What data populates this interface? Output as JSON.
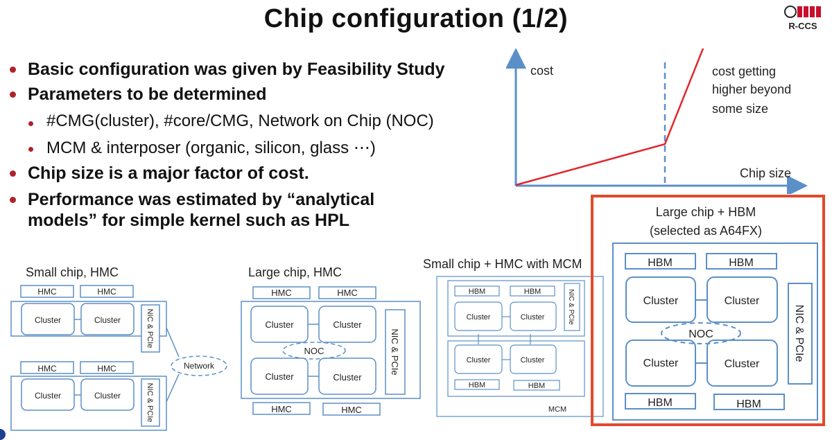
{
  "title": "Chip configuration (1/2)",
  "logo_text": "R-CCS",
  "bullets": [
    {
      "level": 1,
      "text": "Basic configuration was given by Feasibility Study"
    },
    {
      "level": 1,
      "text": "Parameters to be determined"
    },
    {
      "level": 2,
      "text": "#CMG(cluster), #core/CMG, Network on Chip (NOC)"
    },
    {
      "level": 2,
      "text": "MCM & interposer (organic, silicon, glass ⋯)"
    },
    {
      "level": 1,
      "text": "Chip size is a major factor of cost."
    },
    {
      "level": 1,
      "text": "Performance was estimated by “analytical"
    },
    {
      "level": 1,
      "text": "models” for simple kernel such as HPL",
      "continuation": true
    }
  ],
  "cost_chart": {
    "ylabel": "cost",
    "xlabel": "Chip size",
    "annotation": [
      "cost getting",
      "higher beyond",
      "some size"
    ]
  },
  "diagrams": {
    "d1": {
      "title": "Small chip, HMC",
      "mem": "HMC",
      "cluster": "Cluster",
      "nic": "NIC & PCIe",
      "network": "Network"
    },
    "d2": {
      "title": "Large chip, HMC",
      "mem": "HMC",
      "cluster": "Cluster",
      "noc": "NOC",
      "nic": "NIC & PCIe"
    },
    "d3": {
      "title": "Small chip + HMC with MCM",
      "mem": "HBM",
      "cluster": "Cluster",
      "nic": "NIC & PCIe",
      "mcm": "MCM"
    },
    "d4": {
      "title_lines": [
        "Large chip + HBM",
        "(selected  as A64FX)"
      ],
      "mem": "HBM",
      "cluster": "Cluster",
      "noc": "NOC",
      "nic": "NIC & PCIe"
    }
  },
  "colors": {
    "accent_red": "#b0222b",
    "box_blue": "#5b8fc7",
    "line_red": "#e0262b",
    "axis_blue": "#5b8fc7",
    "highlight": "#e14a2b"
  }
}
